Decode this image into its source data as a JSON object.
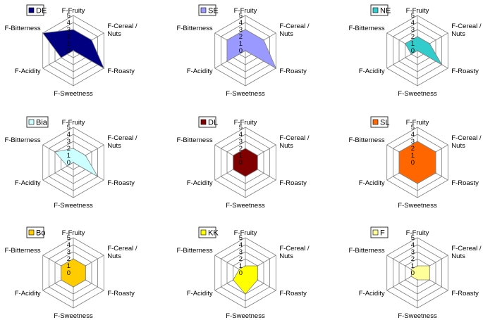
{
  "chart_data": [
    {
      "type": "radar",
      "legend": "DE",
      "color": "#000080",
      "axes": [
        "F-Fruity",
        "F-Cereal / Nuts",
        "F-Roasty",
        "F-Sweetness",
        "F-Acidity",
        "F-Bitterness"
      ],
      "values": [
        3,
        3,
        5,
        0,
        2,
        5
      ],
      "ticks": [
        "0",
        "1",
        "2",
        "3",
        "4",
        "5"
      ],
      "range": [
        0,
        5
      ],
      "legend_position": "top-left"
    },
    {
      "type": "radar",
      "legend": "SE",
      "color": "#9999FF",
      "axes": [
        "F-Fruity",
        "F-Cereal / Nuts",
        "F-Roasty",
        "F-Sweetness",
        "F-Acidity",
        "F-Bitterness"
      ],
      "values": [
        3,
        3,
        5,
        0,
        3,
        3
      ],
      "ticks": [
        "0",
        "1",
        "2",
        "3",
        "4",
        "5"
      ],
      "range": [
        0,
        5
      ],
      "legend_position": "top-left"
    },
    {
      "type": "radar",
      "legend": "NE",
      "color": "#33CCCC",
      "axes": [
        "F-Fruity",
        "F-Cereal / Nuts",
        "F-Roasty",
        "F-Sweetness",
        "F-Acidity",
        "F-Bitterness"
      ],
      "values": [
        2,
        2,
        4,
        0,
        1,
        2
      ],
      "ticks": [
        "0",
        "1",
        "2",
        "3",
        "4",
        "5"
      ],
      "range": [
        0,
        5
      ],
      "legend_position": "top-left"
    },
    {
      "type": "radar",
      "legend": "Bia",
      "color": "#CCFFFF",
      "axes": [
        "F-Fruity",
        "F-Cereal / Nuts",
        "F-Roasty",
        "F-Sweetness",
        "F-Acidity",
        "F-Bitterness"
      ],
      "values": [
        2,
        2,
        4,
        0,
        1,
        3
      ],
      "ticks": [
        "0",
        "1",
        "2",
        "3",
        "4",
        "5"
      ],
      "range": [
        0,
        5
      ],
      "legend_position": "top-left"
    },
    {
      "type": "radar",
      "legend": "DL",
      "color": "#800000",
      "axes": [
        "F-Fruity",
        "F-Cereal / Nuts",
        "F-Roasty",
        "F-Sweetness",
        "F-Acidity",
        "F-Bitterness"
      ],
      "values": [
        2,
        2,
        2,
        2,
        2,
        2
      ],
      "ticks": [
        "0",
        "1",
        "2",
        "3",
        "4",
        "5"
      ],
      "range": [
        0,
        5
      ],
      "legend_position": "top-left"
    },
    {
      "type": "radar",
      "legend": "SL",
      "color": "#FF6600",
      "axes": [
        "F-Fruity",
        "F-Cereal / Nuts",
        "F-Roasty",
        "F-Sweetness",
        "F-Acidity",
        "F-Bitterness"
      ],
      "values": [
        3,
        3,
        3,
        3,
        3,
        3
      ],
      "ticks": [
        "0",
        "1",
        "2",
        "3",
        "4",
        "5"
      ],
      "range": [
        0,
        5
      ],
      "legend_position": "top-left"
    },
    {
      "type": "radar",
      "legend": "Bo",
      "color": "#FFCC00",
      "axes": [
        "F-Fruity",
        "F-Cereal / Nuts",
        "F-Roasty",
        "F-Sweetness",
        "F-Acidity",
        "F-Bitterness"
      ],
      "values": [
        2,
        2,
        2,
        2,
        2,
        2
      ],
      "ticks": [
        "0",
        "1",
        "2",
        "3",
        "4",
        "5"
      ],
      "range": [
        0,
        5
      ],
      "legend_position": "top-left"
    },
    {
      "type": "radar",
      "legend": "KK",
      "color": "#FFFF00",
      "axes": [
        "F-Fruity",
        "F-Cereal / Nuts",
        "F-Roasty",
        "F-Sweetness",
        "F-Acidity",
        "F-Bitterness"
      ],
      "values": [
        1,
        2,
        2,
        3,
        2,
        1
      ],
      "ticks": [
        "0",
        "1",
        "2",
        "3",
        "4",
        "5"
      ],
      "range": [
        0,
        5
      ],
      "legend_position": "top-left"
    },
    {
      "type": "radar",
      "legend": "F",
      "color": "#FFFF99",
      "axes": [
        "F-Fruity",
        "F-Cereal / Nuts",
        "F-Roasty",
        "F-Sweetness",
        "F-Acidity",
        "F-Bitterness"
      ],
      "values": [
        1,
        2,
        2,
        1,
        1,
        1
      ],
      "ticks": [
        "0",
        "1",
        "2",
        "3",
        "4",
        "5"
      ],
      "range": [
        0,
        5
      ],
      "legend_position": "top-left"
    }
  ],
  "style": {
    "grid_color": "#808080",
    "outline_color": "#808080",
    "background": "#FFFFFF"
  }
}
